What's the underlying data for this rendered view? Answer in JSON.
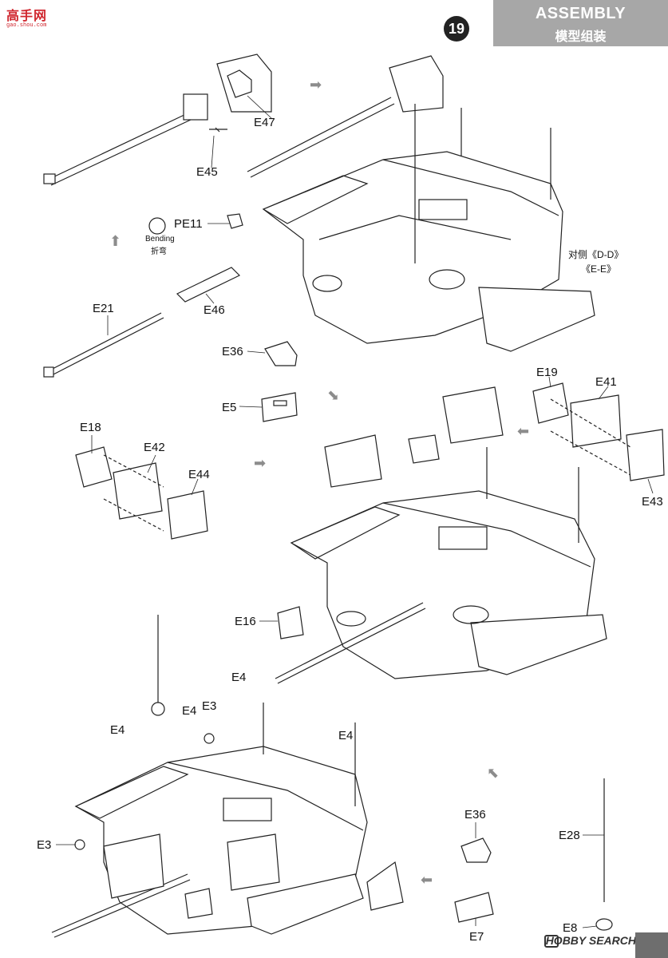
{
  "header": {
    "title_en": "ASSEMBLY",
    "title_cn": "模型组装",
    "step": "19"
  },
  "watermark_top": {
    "brand_cn": "高手网",
    "url": "gao.shou.com"
  },
  "notes": {
    "bending_en": "Bending",
    "bending_cn": "折弯",
    "opposite_side": "对侧《D-D》",
    "opposite_side_2": "《E-E》"
  },
  "parts": {
    "e47": "E47",
    "e45": "E45",
    "pe11": "PE11",
    "e21": "E21",
    "e46": "E46",
    "e36a": "E36",
    "e5": "E5",
    "e18": "E18",
    "e42": "E42",
    "e44": "E44",
    "e19": "E19",
    "e41": "E41",
    "e43": "E43",
    "e16": "E16",
    "e4a": "E4",
    "e4b": "E4",
    "e4c": "E4",
    "e4d": "E4",
    "e3a": "E3",
    "e3b": "E3",
    "e36b": "E36",
    "e7": "E7",
    "e28": "E28",
    "e8": "E8"
  },
  "watermark_bottom": "HOBBY SEARCH"
}
